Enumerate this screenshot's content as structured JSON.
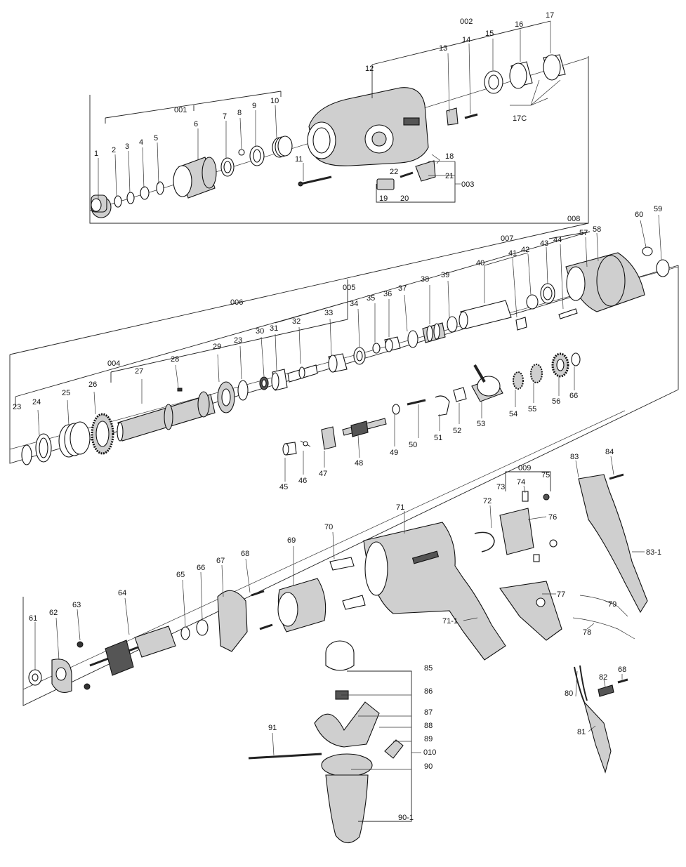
{
  "labels": {
    "l001": "001",
    "l002": "002",
    "l003": "003",
    "l004": "004",
    "l005": "005",
    "l006": "006",
    "l007": "007",
    "l008": "008",
    "l009": "009",
    "l010": "010",
    "l1": "1",
    "l2": "2",
    "l3": "3",
    "l4": "4",
    "l5": "5",
    "l6": "6",
    "l7": "7",
    "l8": "8",
    "l9": "9",
    "l10": "10",
    "l11": "11",
    "l12": "12",
    "l13": "13",
    "l14": "14",
    "l15": "15",
    "l16": "16",
    "l17": "17",
    "l17c": "17C",
    "l18": "18",
    "l19": "19",
    "l20": "20",
    "l21": "21",
    "l22": "22",
    "l23a": "23",
    "l23b": "23",
    "l24": "24",
    "l25": "25",
    "l26": "26",
    "l27": "27",
    "l28": "28",
    "l29": "29",
    "l30": "30",
    "l31": "31",
    "l32": "32",
    "l33": "33",
    "l34": "34",
    "l35": "35",
    "l36": "36",
    "l37": "37",
    "l38": "38",
    "l39": "39",
    "l40": "40",
    "l41": "41",
    "l42": "42",
    "l43": "43",
    "l44": "44",
    "l45": "45",
    "l46": "46",
    "l47": "47",
    "l48": "48",
    "l49": "49",
    "l50": "50",
    "l51": "51",
    "l52": "52",
    "l53": "53",
    "l54": "54",
    "l55": "55",
    "l56": "56",
    "l57": "57",
    "l58": "58",
    "l59": "59",
    "l60": "60",
    "l61": "61",
    "l62": "62",
    "l63": "63",
    "l64": "64",
    "l65": "65",
    "l66a": "66",
    "l66b": "66",
    "l67": "67",
    "l68a": "68",
    "l68b": "68",
    "l69": "69",
    "l70": "70",
    "l71": "71",
    "l71_1": "71-1",
    "l72": "72",
    "l73": "73",
    "l74": "74",
    "l75": "75",
    "l76": "76",
    "l77": "77",
    "l78": "78",
    "l79": "79",
    "l80": "80",
    "l81": "81",
    "l82": "82",
    "l83": "83",
    "l83_1": "83-1",
    "l84": "84",
    "l85": "85",
    "l86": "86",
    "l87": "87",
    "l88": "88",
    "l89": "89",
    "l90": "90",
    "l90_1": "90-1",
    "l91": "91"
  },
  "colors": {
    "line": "#222222",
    "part_fill": "#cfcfcf",
    "dark_fill": "#333333",
    "background": "#ffffff"
  }
}
